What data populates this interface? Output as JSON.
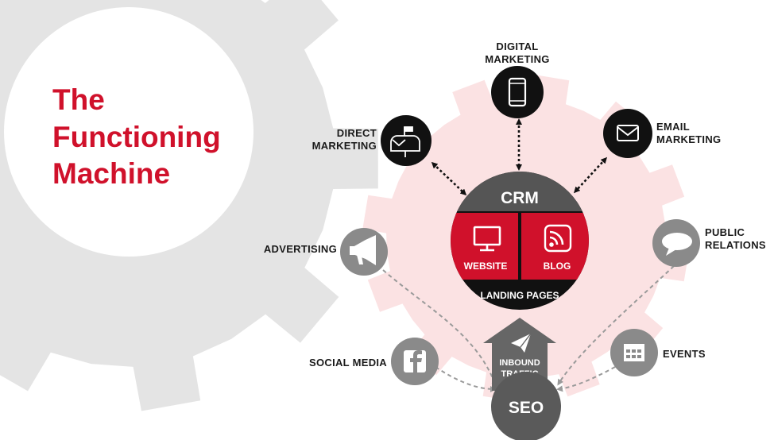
{
  "title": {
    "lines": [
      "The",
      "Functioning",
      "Machine"
    ]
  },
  "colors": {
    "accent": "#d0112b",
    "dark": "#111111",
    "gray": "#8a8a8a",
    "gear_bg": "#e6e6e6",
    "gear_pink": "#fbe3e4"
  },
  "core": {
    "crm": "CRM",
    "website": "WEBSITE",
    "blog": "BLOG",
    "landing_pages": "LANDING PAGES"
  },
  "outbound": {
    "digital_marketing": [
      "DIGITAL",
      "MARKETING"
    ],
    "direct_marketing": [
      "DIRECT",
      "MARKETING"
    ],
    "email_marketing": [
      "EMAIL",
      "MARKETING"
    ]
  },
  "inbound_sources": {
    "advertising": "ADVERTISING",
    "public_relations": [
      "PUBLIC",
      "RELATIONS"
    ],
    "social_media": "SOCIAL MEDIA",
    "events": "EVENTS"
  },
  "inbound_traffic": [
    "INBOUND",
    "TRAFFIC"
  ],
  "seo": "SEO",
  "icons": {
    "digital": "smartphone-icon",
    "direct": "mailbox-icon",
    "email": "envelope-icon",
    "advertising": "megaphone-icon",
    "pr": "speech-bubble-icon",
    "social": "facebook-icon",
    "events": "calendar-icon",
    "website": "monitor-icon",
    "blog": "rss-icon",
    "traffic": "paper-plane-icon"
  }
}
